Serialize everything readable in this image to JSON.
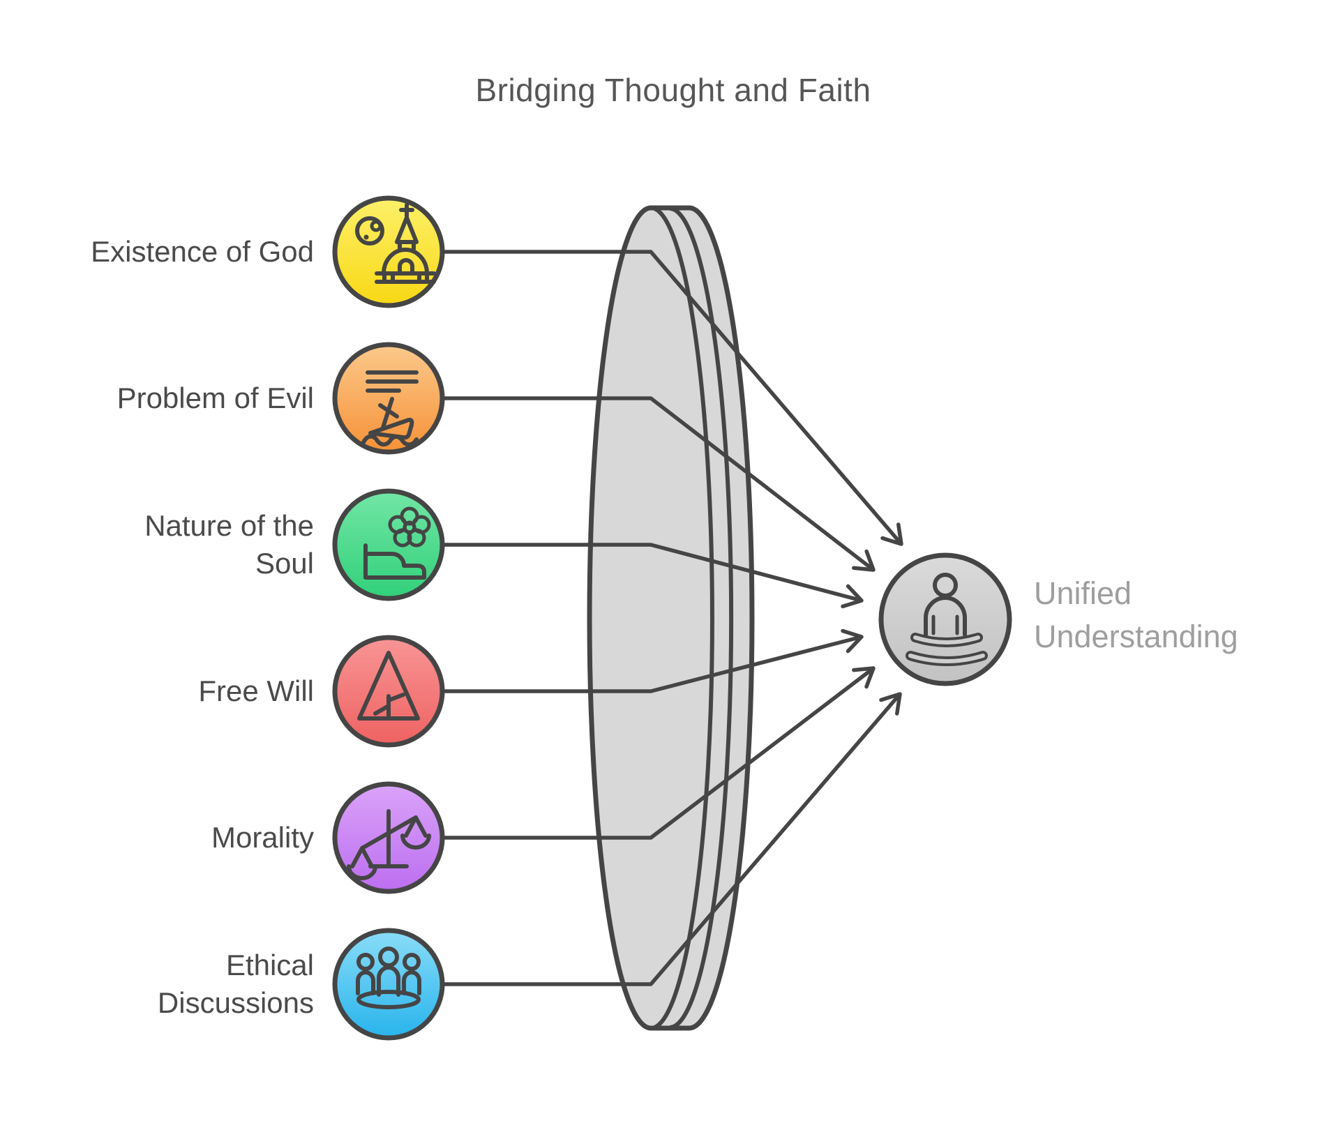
{
  "title": "Bridging Thought and Faith",
  "items": [
    {
      "label_lines": [
        "Existence of God"
      ],
      "icon": "church-icon",
      "color_top": "#fdf06a",
      "color_bottom": "#f8d814"
    },
    {
      "label_lines": [
        "Problem of Evil"
      ],
      "icon": "sinking-ship-icon",
      "color_top": "#fbc98b",
      "color_bottom": "#f79238"
    },
    {
      "label_lines": [
        "Nature of the",
        "Soul"
      ],
      "icon": "flower-rest-icon",
      "color_top": "#72e6a5",
      "color_bottom": "#31d07a"
    },
    {
      "label_lines": [
        "Free Will"
      ],
      "icon": "tree-in-triangle-icon",
      "color_top": "#f99595",
      "color_bottom": "#ef6262"
    },
    {
      "label_lines": [
        "Morality"
      ],
      "icon": "balance-scale-icon",
      "color_top": "#daa3f9",
      "color_bottom": "#bd6ef0"
    },
    {
      "label_lines": [
        "Ethical",
        "Discussions"
      ],
      "icon": "people-group-icon",
      "color_top": "#8adcf8",
      "color_bottom": "#28b4ec"
    }
  ],
  "target": {
    "label_lines": [
      "Unified",
      "Understanding"
    ],
    "icon": "meditating-person-icon",
    "color_top": "#dadada",
    "color_bottom": "#c2c2c2"
  },
  "colors": {
    "outline_stroke": "#454545",
    "lens_fill": "#d8d8d8",
    "title_text": "#565656",
    "label_text": "#4a4a4a",
    "target_text": "#9e9e9e",
    "background": "#ffffff"
  }
}
